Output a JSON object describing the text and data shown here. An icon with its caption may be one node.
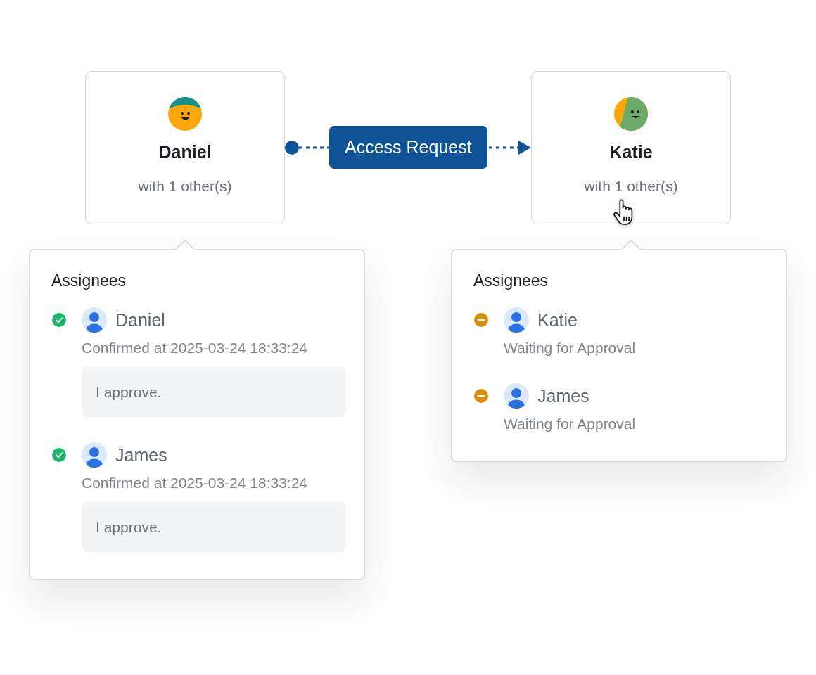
{
  "diagram": {
    "nodes": [
      {
        "text": [
          "Daniel",
          "with 1 other(s)"
        ]
      },
      {
        "text": [
          "Katie",
          "with 1 other(s)"
        ]
      },
      {
        "text": [
          "Assignees",
          "Daniel",
          "Confirmed at 2025-03-24 18:33:24",
          "James",
          "Confirmed at 2025-03-24 18:33:24"
        ]
      },
      {
        "text": [
          "I approve."
        ],
        "in": 2
      },
      {
        "text": [
          "I approve."
        ],
        "in": 2
      },
      {
        "text": [
          "Assignees",
          "Katie",
          "Waiting for Approval",
          "James",
          "Waiting for Approval"
        ]
      }
    ],
    "edges": [
      {
        "from": 0,
        "to": 1,
        "arrow": "to",
        "label": "Access Request",
        "style": "dashed",
        "color": "#0f5396"
      }
    ]
  }
}
